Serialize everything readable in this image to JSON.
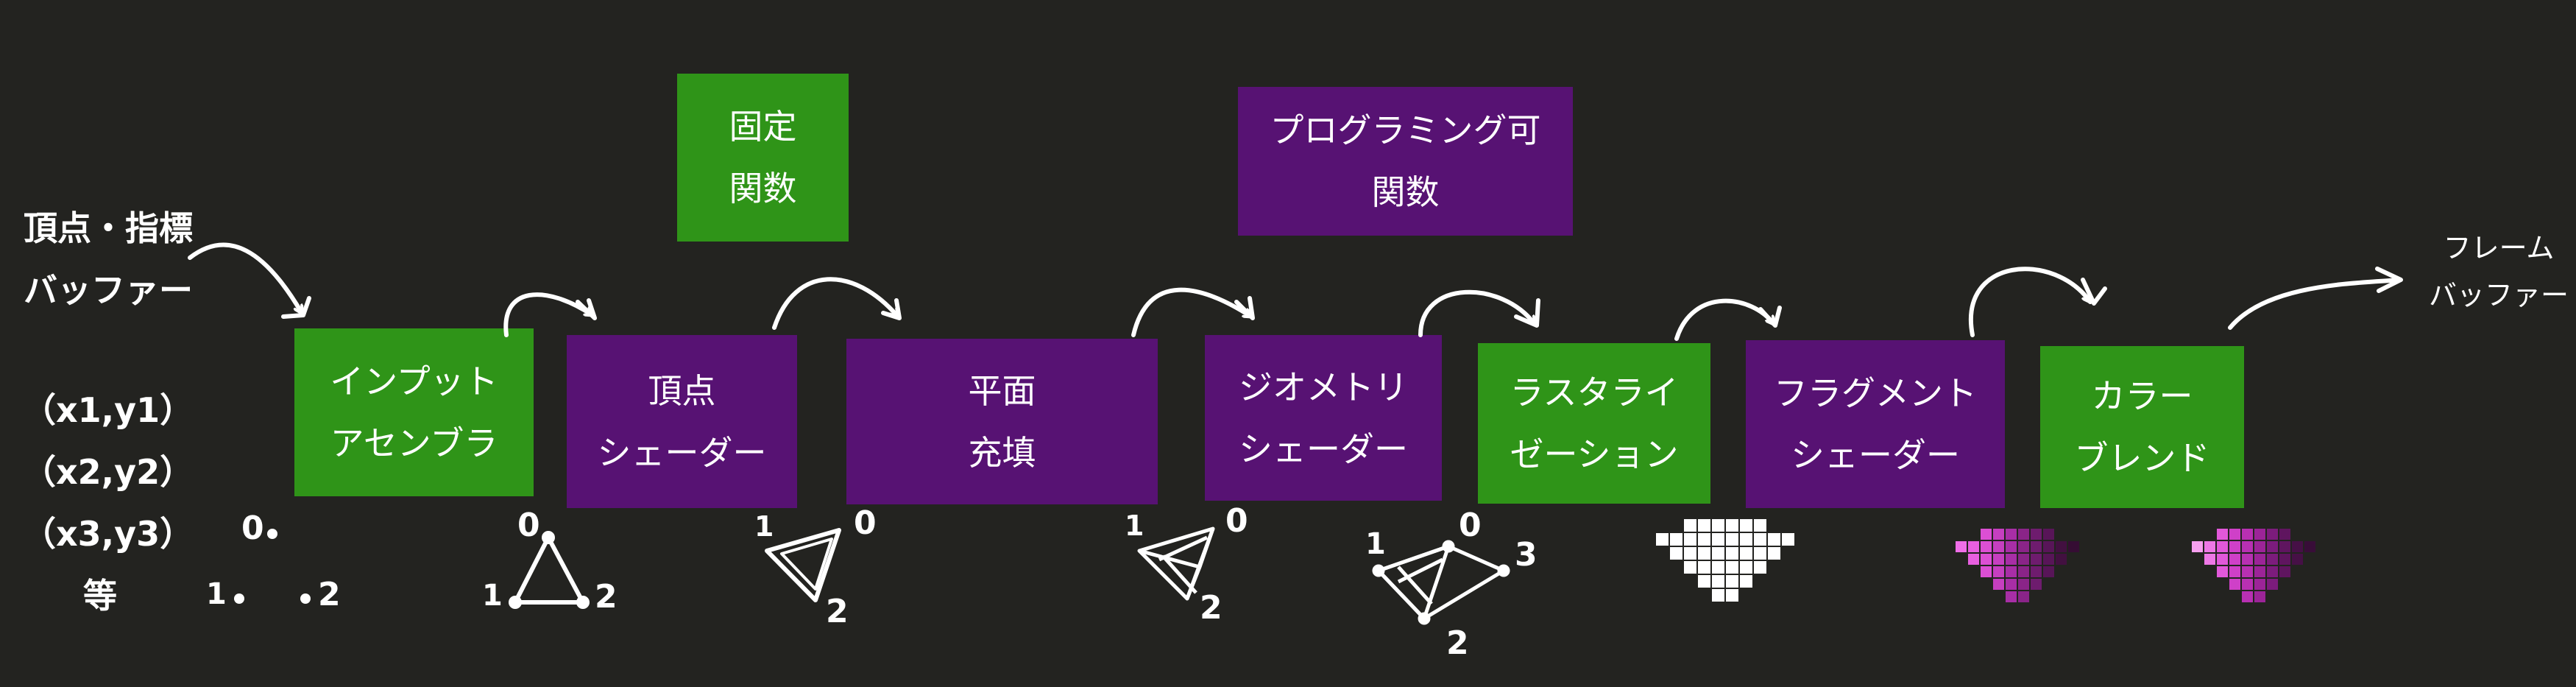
{
  "colors": {
    "background": "#232320",
    "fixed": "#2f9418",
    "programmable": "#571273",
    "text": "#ffffff"
  },
  "legend": {
    "fixed": [
      "固定",
      "関数"
    ],
    "programmable": [
      "プログラミング可",
      "関数"
    ]
  },
  "source": {
    "label": [
      "頂点・指標",
      "バッファー"
    ],
    "coords": [
      "（x1,y1）",
      "（x2,y2）",
      "（x3,y3）",
      "等"
    ]
  },
  "stages": [
    {
      "type": "fixed",
      "lines": [
        "インプット",
        "アセンブラ"
      ]
    },
    {
      "type": "programmable",
      "lines": [
        "頂点",
        "シェーダー"
      ]
    },
    {
      "type": "programmable",
      "lines": [
        "平面",
        "充填"
      ]
    },
    {
      "type": "programmable",
      "lines": [
        "ジオメトリ",
        "シェーダー"
      ]
    },
    {
      "type": "fixed",
      "lines": [
        "ラスタライ",
        "ゼーション"
      ]
    },
    {
      "type": "programmable",
      "lines": [
        "フラグメント",
        "シェーダー"
      ]
    },
    {
      "type": "fixed",
      "lines": [
        "カラー",
        "ブレンド"
      ]
    }
  ],
  "output": {
    "label": [
      "フレーム",
      "バッファー"
    ]
  },
  "vertex_labels": {
    "points": [
      "0",
      "1",
      "2"
    ],
    "triangle": [
      "0",
      "1",
      "2"
    ],
    "fan": [
      "1",
      "0",
      "2"
    ],
    "geo": [
      "1",
      "0",
      "2"
    ],
    "quad": [
      "1",
      "0",
      "3",
      "2"
    ]
  }
}
